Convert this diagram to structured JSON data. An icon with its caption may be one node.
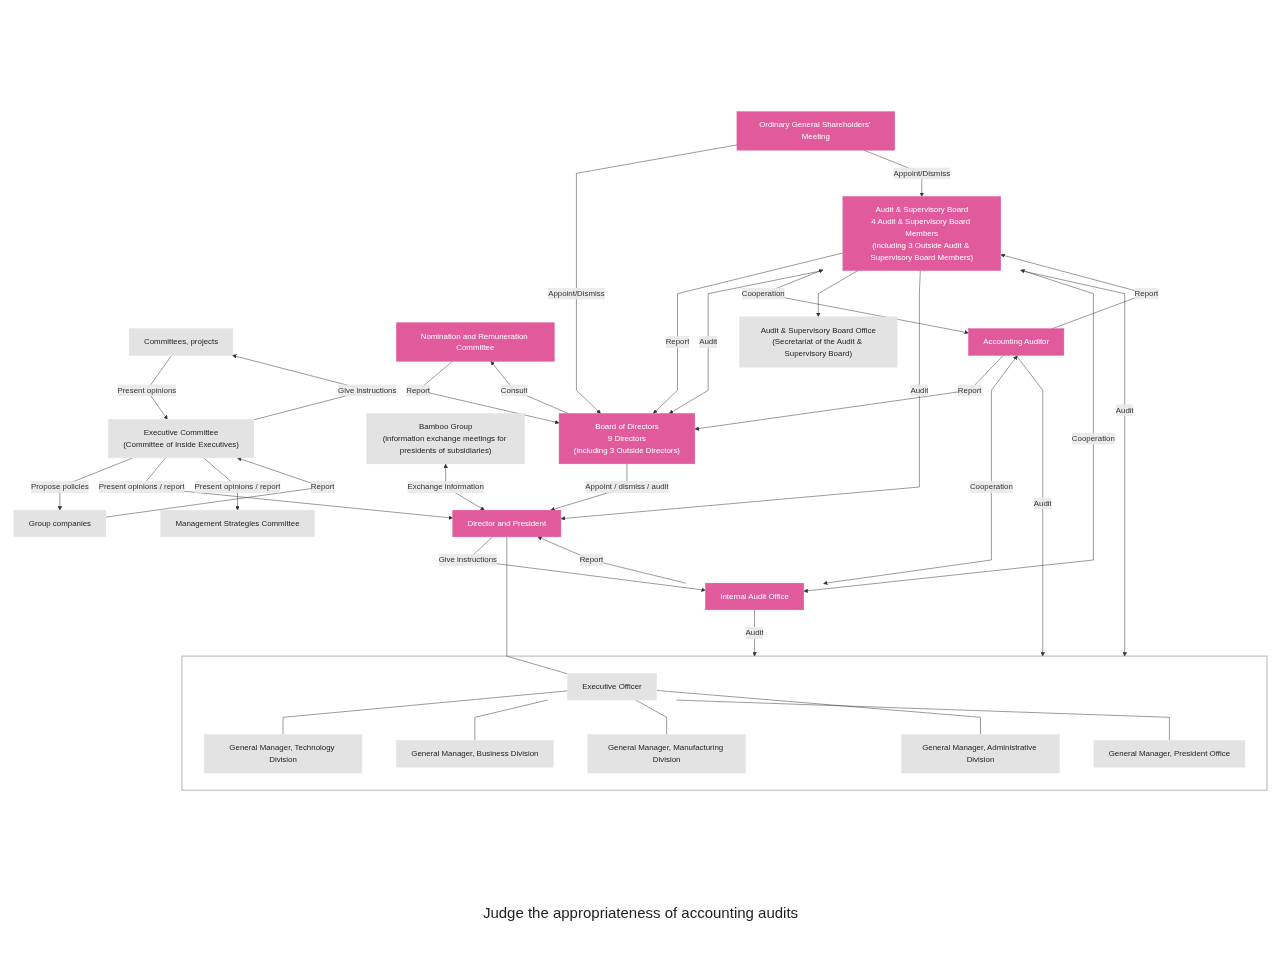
{
  "diagram": {
    "nodes": [
      {
        "text": [
          "Ordinary General Shareholders’ Meeting"
        ]
      },
      {
        "text": [
          "Nomination and Remuneration Committee"
        ]
      },
      {
        "text": [
          "Board of Directors",
          "9 Directors",
          "(including 3 Outside Directors)"
        ]
      },
      {
        "text": [
          "Audit & Supervisory Board",
          "4 Audit & Supervisory Board Members",
          "(including 3 Outside Audit & Supervisory Board Members)"
        ]
      },
      {
        "text": [
          "Accounting Auditor"
        ]
      },
      {
        "text": [
          "Committees, projects"
        ]
      },
      {
        "text": [
          "Group companies"
        ]
      },
      {
        "text": [
          "Audit & Supervisory Board Office",
          "(Secretariat of the Audit & Supervisory Board)"
        ]
      },
      {
        "text": [
          "Executive Committee",
          "(Committee of Inside Executives)"
        ]
      },
      {
        "text": [
          "Director and President"
        ]
      },
      {
        "text": [
          "Internal Audit Office"
        ]
      },
      {
        "text": [
          "Management Strategies Committee"
        ]
      },
      {
        "text": [
          "Bamboo Group",
          "(information exchange meetings for presidents of subsidiaries)"
        ]
      },
      {
        "text": [],
        "shape": "box"
      },
      {
        "text": [
          "Executive Officer"
        ],
        "in": 13
      },
      {
        "text": [
          "General Manager, Technology Division"
        ],
        "in": 13
      },
      {
        "text": [
          "General Manager, Business Division"
        ],
        "in": 13
      },
      {
        "text": [
          "General Manager, Manufacturing Division"
        ],
        "in": 13
      },
      {
        "text": [
          "General Manager, Administrative Division"
        ],
        "in": 13
      },
      {
        "text": [
          "General Manager, President Office"
        ],
        "in": 13
      }
    ],
    "edges": [
      {
        "from": 0,
        "to": 2,
        "arrow": "to",
        "label": "Appoint/Dismiss"
      },
      {
        "from": 0,
        "to": 3,
        "arrow": "to",
        "label": "Appoint/Dismiss"
      },
      {
        "from": 4,
        "to": 2,
        "arrow": "to",
        "label": "Report"
      },
      {
        "from": 1,
        "to": 2,
        "arrow": "to",
        "label": "Report"
      },
      {
        "from": 2,
        "to": 1,
        "arrow": "to",
        "label": "Consult"
      },
      {
        "from": 3,
        "to": 2,
        "arrow": "to",
        "label": "Report"
      },
      {
        "from": 3,
        "to": 2,
        "arrow": "to",
        "label": "Audit"
      },
      {
        "from": 4,
        "to": 3,
        "arrow": "to",
        "label": "Report"
      },
      {
        "from": 3,
        "to": 4,
        "arrow": "both",
        "label": "Cooperation"
      },
      {
        "from": 2,
        "to": 9,
        "arrow": "to",
        "label": "Appoint / dismiss / audit"
      },
      {
        "from": 3,
        "to": 7,
        "arrow": "to"
      },
      {
        "from": 3,
        "to": 9,
        "arrow": "to",
        "label": "Audit"
      },
      {
        "from": 3,
        "to": 13,
        "arrow": "to",
        "label": "Audit"
      },
      {
        "from": 3,
        "to": 10,
        "arrow": "both",
        "label": "Cooperation"
      },
      {
        "from": 4,
        "to": 10,
        "arrow": "both",
        "label": "Cooperation"
      },
      {
        "from": 4,
        "to": 13,
        "arrow": "to",
        "label": "Audit"
      },
      {
        "from": 5,
        "to": 8,
        "arrow": "to",
        "label": "Present opinions"
      },
      {
        "from": 8,
        "to": 5,
        "arrow": "to",
        "label": "Give instructions"
      },
      {
        "from": 6,
        "to": 8,
        "arrow": "to",
        "label": "Report"
      },
      {
        "from": 8,
        "to": 6,
        "arrow": "to",
        "label": "Propose policies"
      },
      {
        "from": 8,
        "to": 9,
        "arrow": "to",
        "label": "Present opinions / report"
      },
      {
        "from": 8,
        "to": 11,
        "arrow": "to",
        "label": "Present opinions / report"
      },
      {
        "from": 9,
        "to": 10,
        "arrow": "to",
        "label": "Give instructions"
      },
      {
        "from": 10,
        "to": 9,
        "arrow": "to",
        "label": "Report"
      },
      {
        "from": 10,
        "to": 13,
        "arrow": "to",
        "label": "Audit"
      },
      {
        "from": 12,
        "to": 9,
        "arrow": "both",
        "label": "Exchange information"
      },
      {
        "from": 9,
        "to": 14,
        "arrow": "none"
      },
      {
        "from": 14,
        "to": 15,
        "arrow": "none"
      },
      {
        "from": 14,
        "to": 16,
        "arrow": "none"
      },
      {
        "from": 14,
        "to": 17,
        "arrow": "none"
      },
      {
        "from": 14,
        "to": 18,
        "arrow": "none"
      },
      {
        "from": 14,
        "to": 19,
        "arrow": "none"
      }
    ],
    "labels": [
      "Judge the appropriateness of accounting audits"
    ]
  }
}
